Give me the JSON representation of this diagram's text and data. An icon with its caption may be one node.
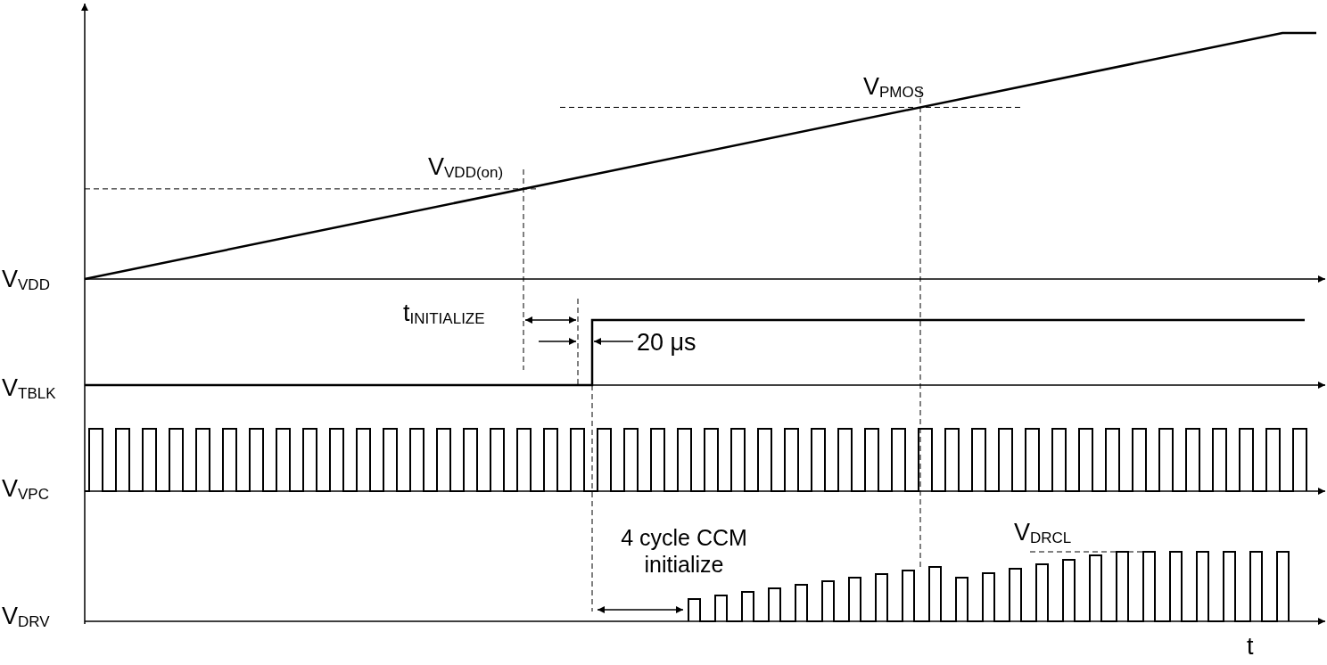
{
  "diagram": {
    "labels": [
      "V$_{PMOS}$",
      "V$_{VDD(on)}$",
      "V$_{VDD}$",
      "t$_{INITIALIZE}$",
      "20 μs",
      "V$_{TBLK}$",
      "V$_{VPC}$",
      "4 cycle CCM initialize",
      "V$_{DRCL}$",
      "V$_{DRV}$",
      "t"
    ]
  }
}
